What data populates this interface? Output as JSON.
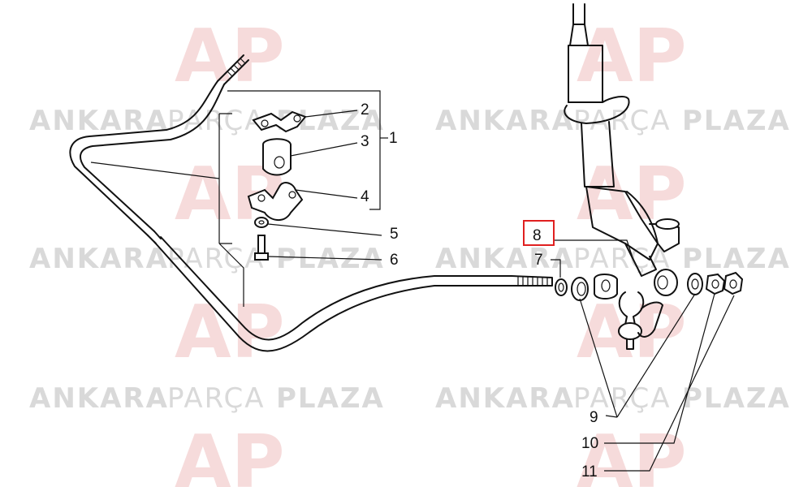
{
  "watermark": {
    "word1": "ANKARA",
    "word2": "PARÇA",
    "word3": "PLAZA",
    "logo_text": "AP"
  },
  "callouts": [
    "1",
    "2",
    "3",
    "4",
    "5",
    "6",
    "7",
    "8",
    "9",
    "10",
    "11"
  ],
  "highlight": {
    "callout": "8",
    "color": "#e02020"
  },
  "colors": {
    "line": "#111111",
    "watermark_text": "#d9d9d9",
    "watermark_logo": "#f3c9c9"
  }
}
